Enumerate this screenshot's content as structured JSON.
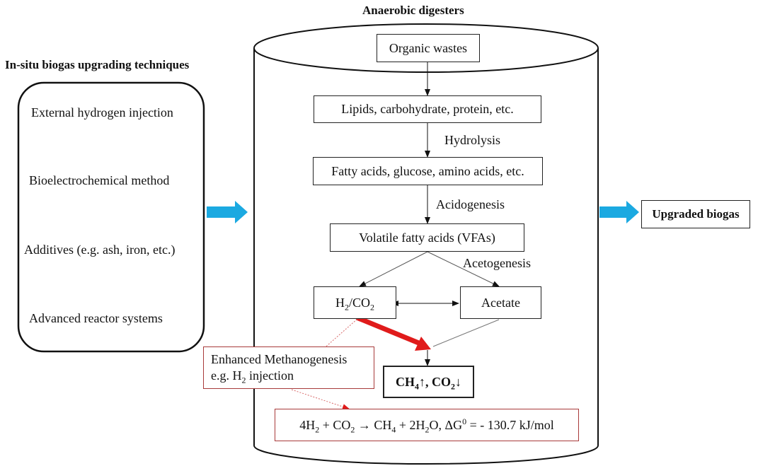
{
  "titles": {
    "digesters": "Anaerobic digesters",
    "techniques": "In-situ biogas upgrading techniques"
  },
  "techniques": [
    "External hydrogen injection",
    "Bioelectrochemical method",
    "Additives (e.g. ash, iron, etc.)",
    "Advanced reactor systems"
  ],
  "process": {
    "organic_wastes": "Organic wastes",
    "polymers": "Lipids, carbohydrate, protein, etc.",
    "hydrolysis": "Hydrolysis",
    "monomers": "Fatty acids, glucose, amino acids, etc.",
    "acidogenesis": "Acidogenesis",
    "vfa": "Volatile fatty acids (VFAs)",
    "acetogenesis": "Acetogenesis",
    "h2co2": {
      "a": "H",
      "a_sub": "2",
      "b": "/CO",
      "b_sub": "2"
    },
    "acetate": "Acetate",
    "products": {
      "ch4": "CH",
      "ch4_sub": "4",
      "ch4_arrow": "↑, CO",
      "co2_sub": "2",
      "co2_arrow": "↓"
    }
  },
  "enhanced": {
    "line1": "Enhanced Methanogenesis",
    "line2_pre": "e.g. H",
    "line2_sub": "2",
    "line2_post": " injection"
  },
  "equation": {
    "p1": "4H",
    "s1": "2",
    "p2": " + CO",
    "s2": "2",
    "p3": " → CH",
    "s3": "4",
    "p4": " + 2H",
    "s4": "2",
    "p5": "O, ΔG",
    "sup": "0",
    "p6": " = - 130.7 kJ/mol"
  },
  "output": "Upgraded biogas",
  "colors": {
    "blue_arrow": "#1ba9e1",
    "red_arrow": "#e01b1b",
    "red_border": "#a83a3a",
    "red_dotted": "#d86a6a"
  }
}
